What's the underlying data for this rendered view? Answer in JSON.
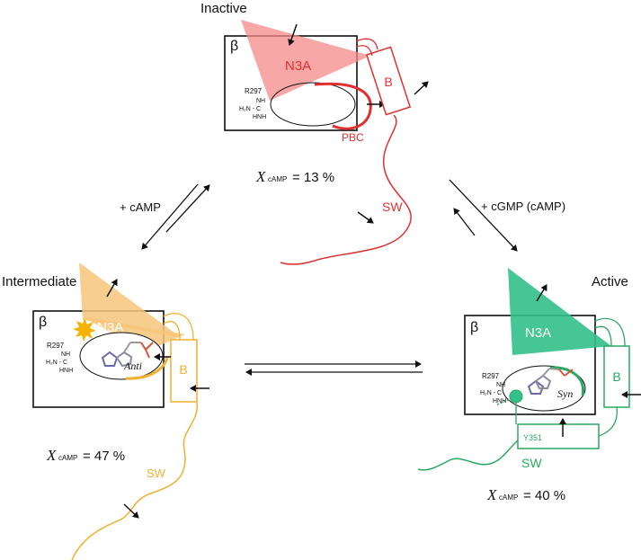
{
  "colors": {
    "inactive": "#e03030",
    "inactive_fill": "#f58a8a",
    "intermediate": "#f0b030",
    "intermediate_fill": "#f7c57a",
    "active": "#2aa860",
    "active_fill": "#33c08a",
    "black": "#111111"
  },
  "inactive": {
    "title": "Inactive",
    "beta": "β",
    "domain": "N3A",
    "b": "B",
    "pbc": "PBC",
    "sw": "SW",
    "residue": "R297",
    "nh": "NH",
    "h2nc": "H₂N - C",
    "hnh": "HNH",
    "x_symbol": "X",
    "x_sub": "cAMP",
    "x_value": "= 13 %"
  },
  "intermediate": {
    "title": "Intermediate",
    "beta": "β",
    "domain": "N3A",
    "b": "B",
    "sw": "SW",
    "residue": "R297",
    "nh": "NH",
    "h2nc": "H₂N - C",
    "hnh": "HNH",
    "ligand": "Anti",
    "x_symbol": "X",
    "x_sub": "cAMP",
    "x_value": "= 47 %"
  },
  "active": {
    "title": "Active",
    "beta": "β",
    "domain": "N3A",
    "b": "B",
    "sw": "SW",
    "residue": "R297",
    "nh": "NH",
    "h2nc": "H₂N - C",
    "hnh": "HNH",
    "ligand": "Syn",
    "y351": "Y351",
    "x_symbol": "X",
    "x_sub": "cAMP",
    "x_value": "= 40 %"
  },
  "arrows": {
    "left_label": "+ cAMP",
    "right_label": "+ cGMP (cAMP)"
  }
}
